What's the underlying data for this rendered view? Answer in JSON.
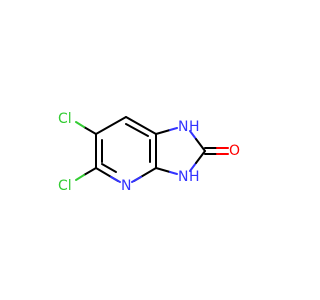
{
  "molecule": {
    "atoms": {
      "cl_top": {
        "label": "Cl",
        "color": "#33cc33"
      },
      "cl_bottom": {
        "label": "Cl",
        "color": "#33cc33"
      },
      "n_pyridine": {
        "label": "N",
        "color": "#3333ff"
      },
      "nh_top": {
        "label": "N",
        "h_label": "H",
        "color": "#3333ff"
      },
      "nh_bottom": {
        "label": "N",
        "h_label": "H",
        "color": "#3333ff"
      },
      "o_carbonyl": {
        "label": "O",
        "color": "#ff0000"
      }
    }
  }
}
